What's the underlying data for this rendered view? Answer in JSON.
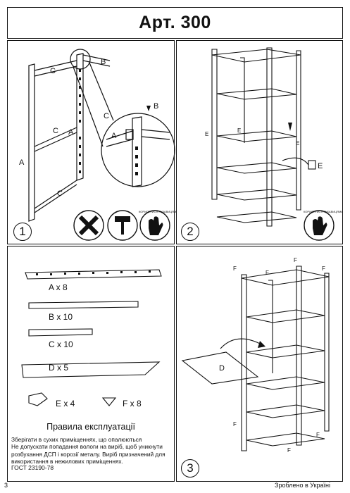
{
  "title": "Арт. 300",
  "panel1": {
    "step": "1",
    "labels": {
      "a_left": "A",
      "a_mid": "A",
      "b_top": "B",
      "c_top": "C",
      "c_mid": "C",
      "c_bot": "C",
      "zoom_b": "B",
      "zoom_c": "C",
      "zoom_a": "A"
    },
    "icons": [
      "no-hammer-icon",
      "hammer-icon",
      "gloves-icon"
    ],
    "gloves_text": "КОРИСТУЙСЯ РУКАВИЦЯМИ"
  },
  "panel2": {
    "step": "2",
    "labels": {
      "e1": "E",
      "e2": "E",
      "e3": "E",
      "e_detail": "E"
    },
    "icons": [
      "gloves-icon"
    ],
    "gloves_text": "КОРИСТУЙСЯ РУКАВИЦЯМИ"
  },
  "panel3": {
    "parts": [
      {
        "qty": "A x 8"
      },
      {
        "qty": "B x 10"
      },
      {
        "qty": "C x 10"
      },
      {
        "qty": "D x 5"
      },
      {
        "qty": "E x 4"
      },
      {
        "qty": "F x 8"
      }
    ],
    "rules_title": "Правила експлуатації",
    "rules_text": "Зберігати в сухих  приміщеннях, що опалюються\nНе допускати попадання вологи на виріб, щоб уникнути розбухання ДСП і корозії металу. Виріб призначений для використання в нежилових приміщеннях.",
    "gost": "ГОСТ 23190-78"
  },
  "panel4": {
    "step": "3",
    "labels": {
      "f1": "F",
      "f2": "F",
      "f3": "F",
      "f4": "F",
      "f5": "F",
      "f6": "F",
      "f7": "F",
      "d": "D"
    }
  },
  "footer": {
    "page": "3",
    "made_in": "Зроблено в Україні"
  }
}
